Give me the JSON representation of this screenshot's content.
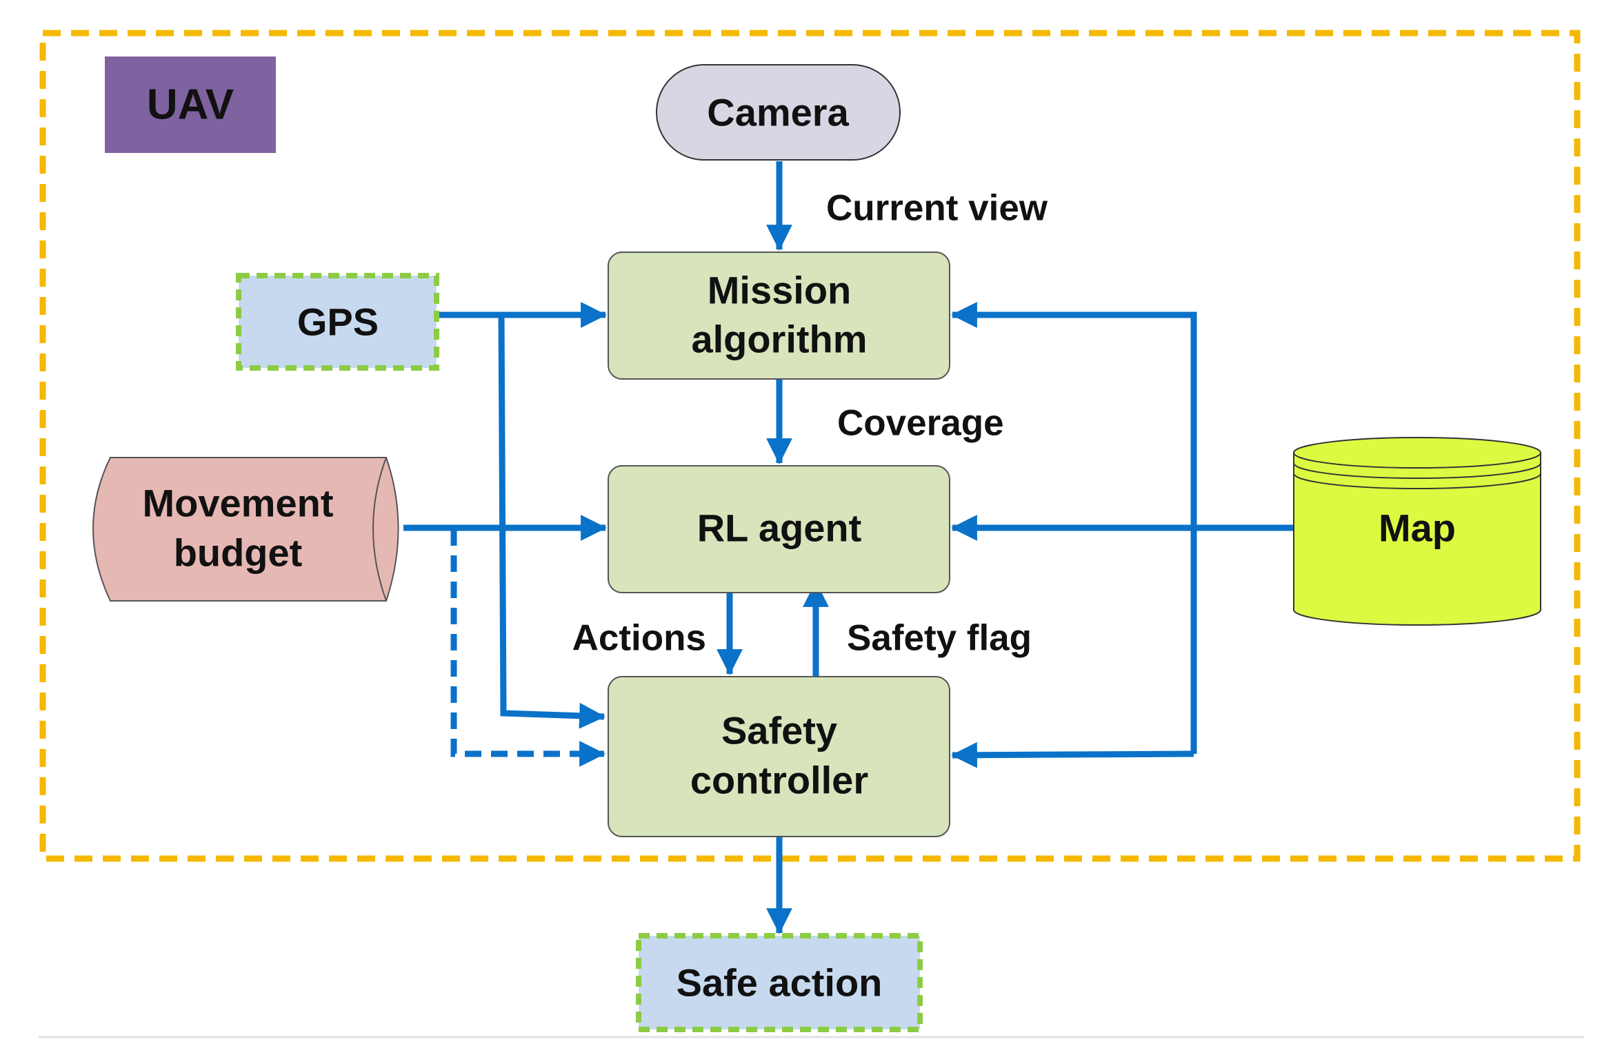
{
  "frame": {
    "label": "UAV"
  },
  "nodes": {
    "camera": {
      "label": "Camera"
    },
    "gps": {
      "label": "GPS"
    },
    "mission": {
      "line1": "Mission",
      "line2": "algorithm"
    },
    "movement": {
      "line1": "Movement",
      "line2": "budget"
    },
    "rl_agent": {
      "label": "RL agent"
    },
    "map": {
      "label": "Map"
    },
    "safety": {
      "line1": "Safety",
      "line2": "controller"
    },
    "safe_action": {
      "label": "Safe action"
    }
  },
  "edges": {
    "current_view": "Current view",
    "coverage": "Coverage",
    "actions": "Actions",
    "safety_flag": "Safety flag"
  },
  "colors": {
    "frame_border": "#f5b800",
    "uav_box": "#7f63a0",
    "camera_fill": "#d9d6e3",
    "gps_fill": "#c7d9ee",
    "dashed_green": "#8ccc44",
    "process_fill": "#d8e4bc",
    "movement_fill": "#e6b8b4",
    "map_fill": "#ddfa42",
    "arrow": "#0a72c8"
  }
}
